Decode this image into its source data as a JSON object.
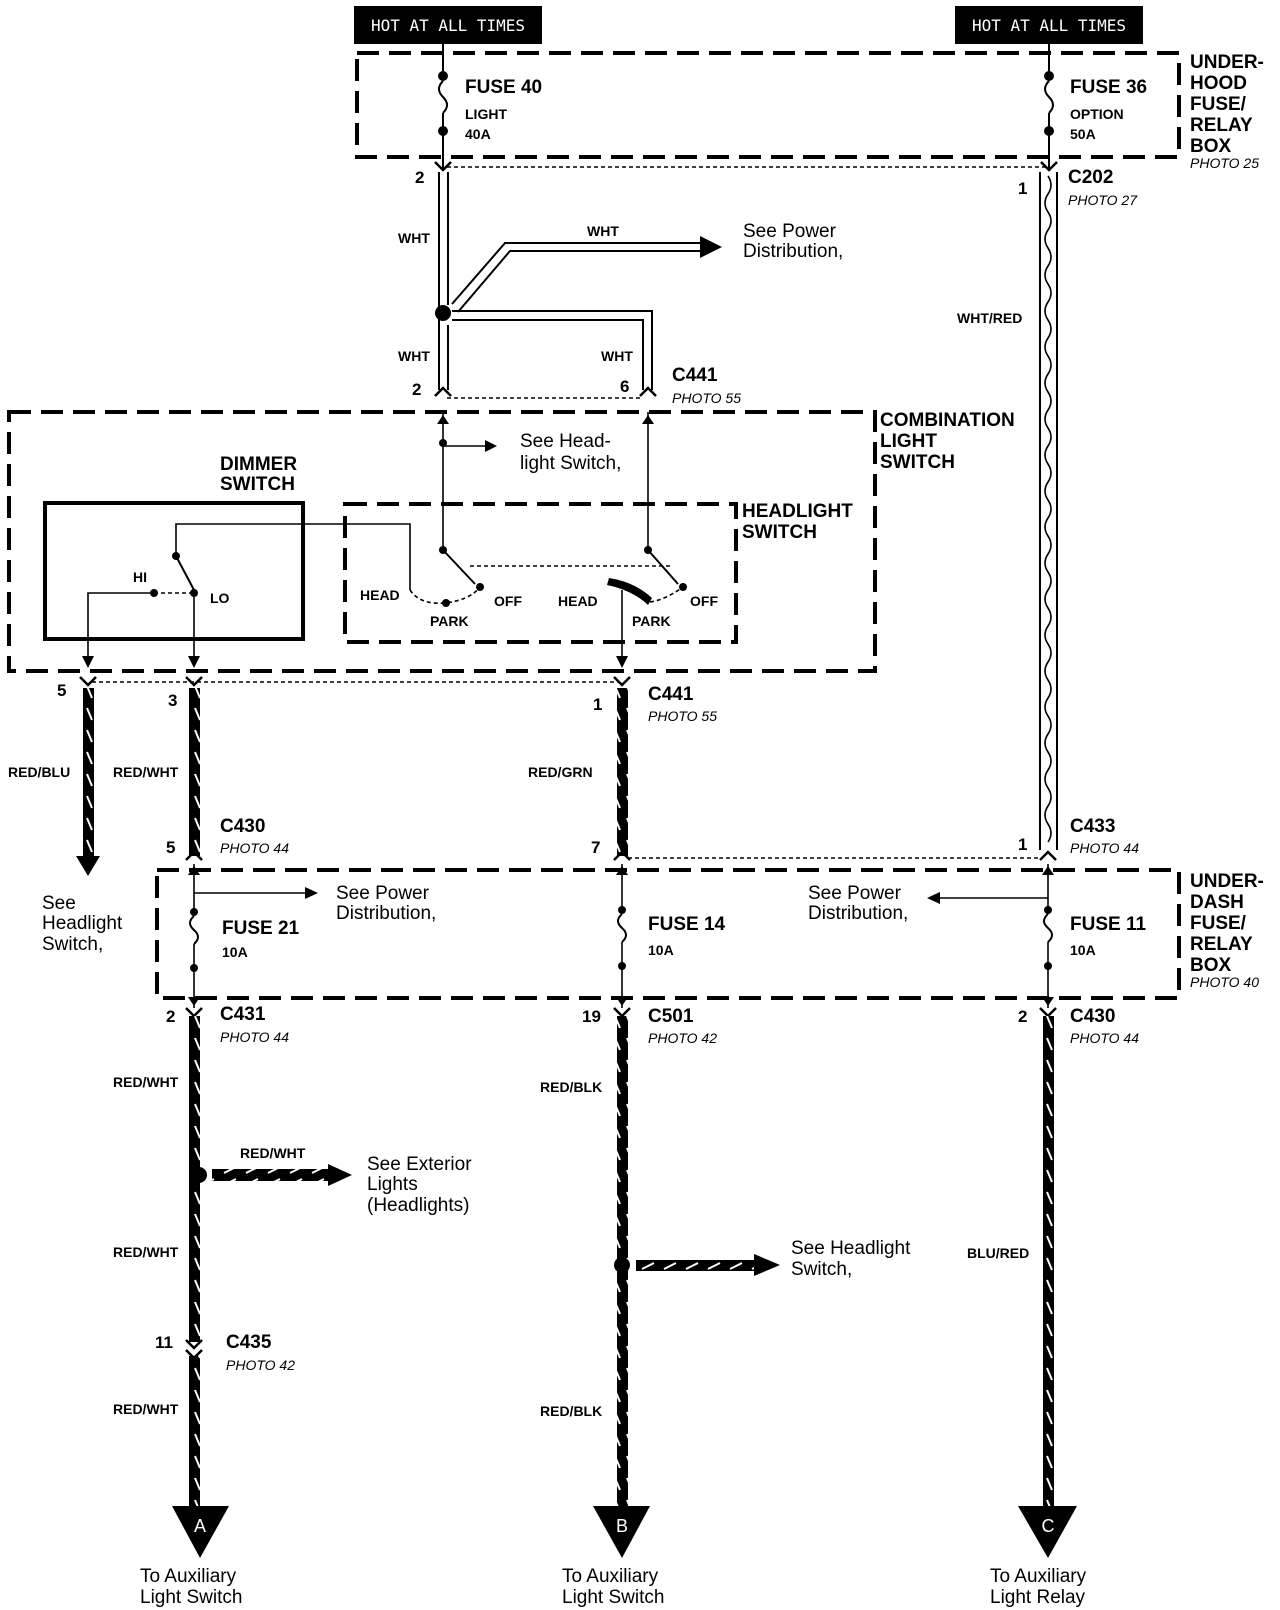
{
  "banners": {
    "left": "HOT AT ALL TIMES",
    "right": "HOT AT ALL TIMES"
  },
  "underhood_box": {
    "line1": "UNDER-",
    "line2": "HOOD",
    "line3": "FUSE/",
    "line4": "RELAY",
    "line5": "BOX",
    "photo": "PHOTO 25"
  },
  "fuse40": {
    "name": "FUSE 40",
    "label": "LIGHT",
    "rating": "40A"
  },
  "fuse36": {
    "name": "FUSE 36",
    "label": "OPTION",
    "rating": "50A"
  },
  "c202": {
    "name": "C202",
    "photo": "PHOTO 27",
    "pin_left": "2",
    "pin_right": "1"
  },
  "wires": {
    "wht_upper": "WHT",
    "wht_branch": "WHT",
    "wht_lower_left": "WHT",
    "wht_lower_right": "WHT",
    "wht_red": "WHT/RED",
    "red_blu": "RED/BLU",
    "red_wht_1": "RED/WHT",
    "red_grn": "RED/GRN",
    "red_wht_2": "RED/WHT",
    "red_wht_branch": "RED/WHT",
    "red_wht_3": "RED/WHT",
    "red_wht_4": "RED/WHT",
    "red_blk_1": "RED/BLK",
    "red_blk_2": "RED/BLK",
    "blu_red": "BLU/RED"
  },
  "refs": {
    "power_dist_top_1": "See Power",
    "power_dist_top_2": "Distribution,",
    "headlight_sw_top_1": "See Head-",
    "headlight_sw_top_2": "light Switch,",
    "headlight_sw_left_1": "See",
    "headlight_sw_left_2": "Headlight",
    "headlight_sw_left_3": "Switch,",
    "power_dist_mid_left_1": "See Power",
    "power_dist_mid_left_2": "Distribution,",
    "power_dist_mid_right_1": "See Power",
    "power_dist_mid_right_2": "Distribution,",
    "exterior_1": "See Exterior",
    "exterior_2": "Lights",
    "exterior_3": "(Headlights)",
    "headlight_sw_bottom_1": "See Headlight",
    "headlight_sw_bottom_2": "Switch,"
  },
  "c441_top": {
    "name": "C441",
    "photo": "PHOTO 55",
    "pin_a": "2",
    "pin_b": "6"
  },
  "combination_switch": {
    "line1": "COMBINATION",
    "line2": "LIGHT",
    "line3": "SWITCH"
  },
  "dimmer": {
    "line1": "DIMMER",
    "line2": "SWITCH",
    "hi": "HI",
    "lo": "LO"
  },
  "headlight_switch": {
    "line1": "HEADLIGHT",
    "line2": "SWITCH",
    "head1": "HEAD",
    "park1": "PARK",
    "off1": "OFF",
    "head2": "HEAD",
    "park2": "PARK",
    "off2": "OFF"
  },
  "c441_bottom": {
    "name": "C441",
    "photo": "PHOTO 55",
    "pin_a": "5",
    "pin_b": "3",
    "pin_c": "1"
  },
  "c430_top": {
    "name": "C430",
    "photo": "PHOTO 44",
    "pin_a": "5",
    "pin_b": "7"
  },
  "c433": {
    "name": "C433",
    "photo": "PHOTO 44",
    "pin": "1"
  },
  "underdash_box": {
    "line1": "UNDER-",
    "line2": "DASH",
    "line3": "FUSE/",
    "line4": "RELAY",
    "line5": "BOX",
    "photo": "PHOTO 40"
  },
  "fuse21": {
    "name": "FUSE 21",
    "rating": "10A"
  },
  "fuse14": {
    "name": "FUSE 14",
    "rating": "10A"
  },
  "fuse11": {
    "name": "FUSE 11",
    "rating": "10A"
  },
  "c431": {
    "name": "C431",
    "photo": "PHOTO 44",
    "pin": "2"
  },
  "c501": {
    "name": "C501",
    "photo": "PHOTO 42",
    "pin": "19"
  },
  "c430_bottom": {
    "name": "C430",
    "photo": "PHOTO 44",
    "pin": "2"
  },
  "c435": {
    "name": "C435",
    "photo": "PHOTO 42",
    "pin": "11"
  },
  "terminals": {
    "a": {
      "letter": "A",
      "line1": "To Auxiliary",
      "line2": "Light Switch"
    },
    "b": {
      "letter": "B",
      "line1": "To Auxiliary",
      "line2": "Light Switch"
    },
    "c": {
      "letter": "C",
      "line1": "To Auxiliary",
      "line2": "Light Relay"
    }
  }
}
